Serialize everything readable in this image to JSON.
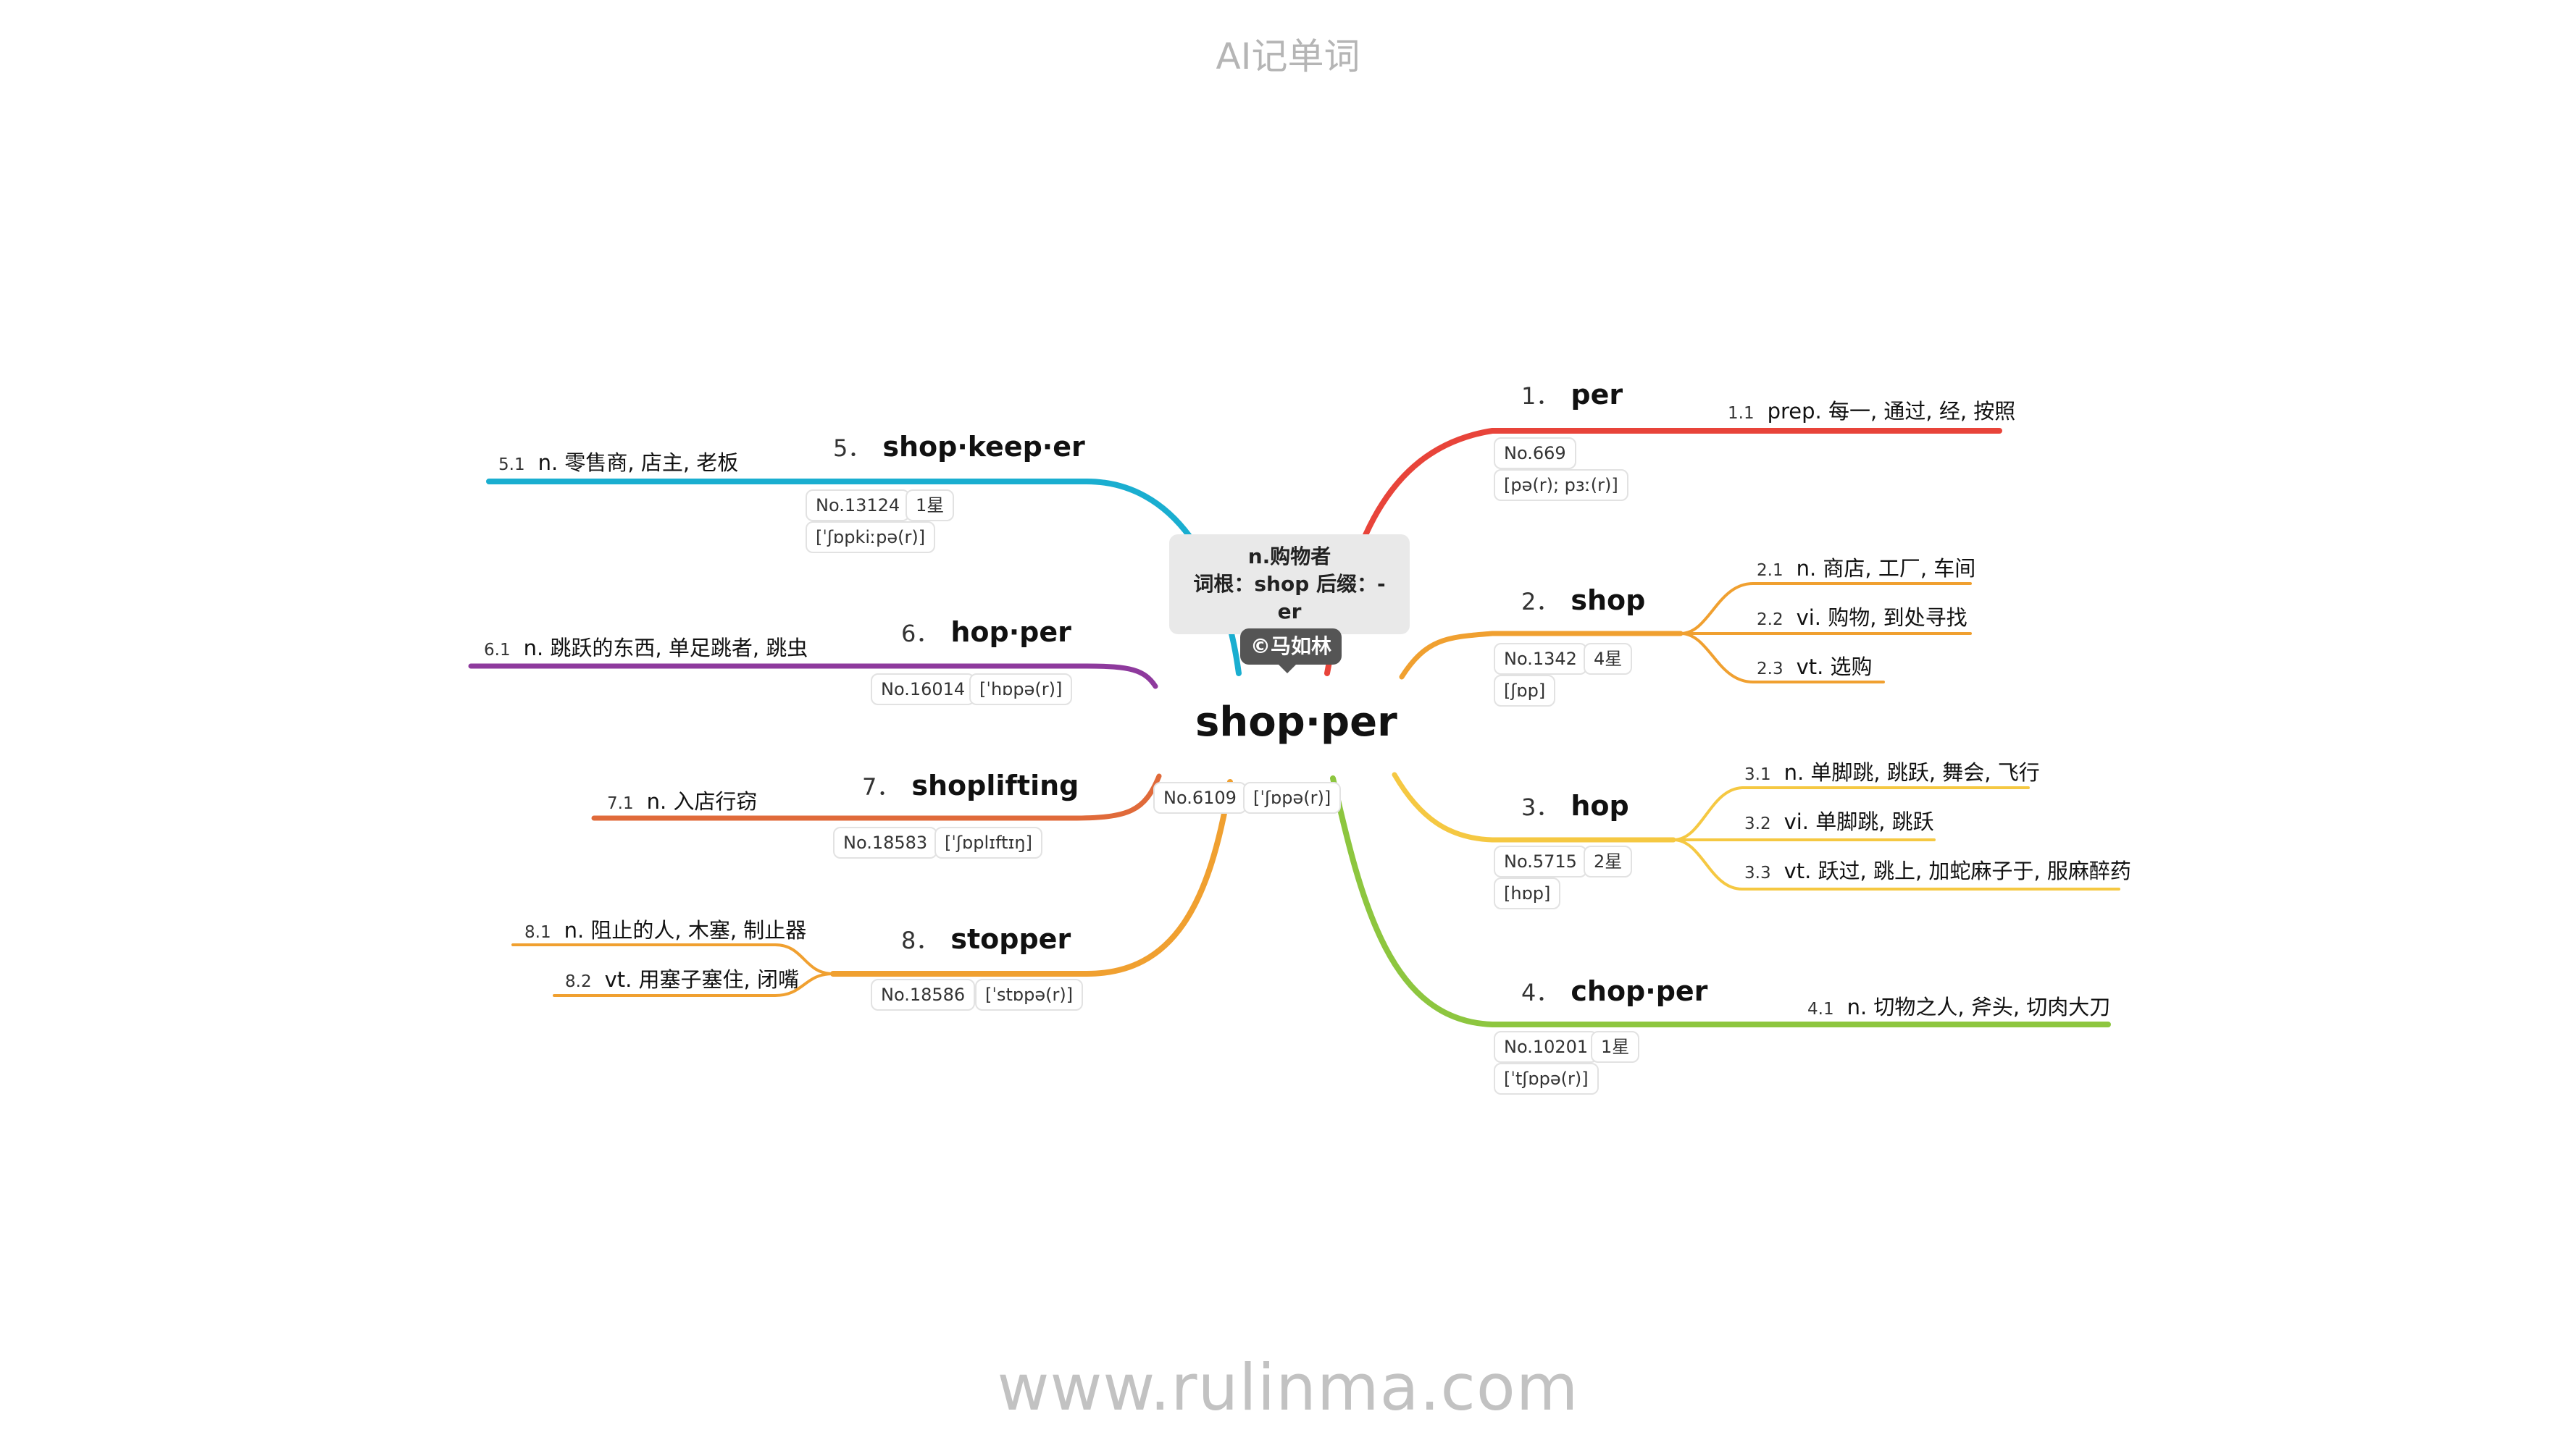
{
  "header": {
    "title": "AI记单词"
  },
  "footer": {
    "site": "www.rulinma.com"
  },
  "center": {
    "word": "shop·per",
    "meaning": "n.购物者",
    "roots": "词根：shop 后缀：-er",
    "author": "©马如林",
    "no": "No.6109",
    "ipa": "[ˈʃɒpə(r)]"
  },
  "colors": {
    "branch1": "#e8443a",
    "branch2": "#f0a030",
    "branch3": "#f5c842",
    "branch4": "#8dc63f",
    "branch5": "#1aaed0",
    "branch6": "#8e3a9d",
    "branch7": "#e06a3a",
    "branch8": "#f0a030"
  },
  "branches": [
    {
      "num": "1．",
      "word": "per",
      "no": "No.669",
      "star": "",
      "ipa": "[pə(r); pɜː(r)]",
      "defs": [
        {
          "num": "1.1",
          "text": "prep. 每一, 通过, 经, 按照"
        }
      ]
    },
    {
      "num": "2．",
      "word": "shop",
      "no": "No.1342",
      "star": "4星",
      "ipa": "[ʃɒp]",
      "defs": [
        {
          "num": "2.1",
          "text": "n. 商店, 工厂, 车间"
        },
        {
          "num": "2.2",
          "text": "vi. 购物, 到处寻找"
        },
        {
          "num": "2.3",
          "text": "vt. 选购"
        }
      ]
    },
    {
      "num": "3．",
      "word": "hop",
      "no": "No.5715",
      "star": "2星",
      "ipa": "[hɒp]",
      "defs": [
        {
          "num": "3.1",
          "text": "n. 单脚跳, 跳跃, 舞会, 飞行"
        },
        {
          "num": "3.2",
          "text": "vi. 单脚跳, 跳跃"
        },
        {
          "num": "3.3",
          "text": "vt. 跃过, 跳上, 加蛇麻子于, 服麻醉药"
        }
      ]
    },
    {
      "num": "4．",
      "word": "chop·per",
      "no": "No.10201",
      "star": "1星",
      "ipa": "[ˈtʃɒpə(r)]",
      "defs": [
        {
          "num": "4.1",
          "text": "n. 切物之人, 斧头, 切肉大刀"
        }
      ]
    },
    {
      "num": "5．",
      "word": "shop·keep·er",
      "no": "No.13124",
      "star": "1星",
      "ipa": "[ˈʃɒpkiːpə(r)]",
      "defs": [
        {
          "num": "5.1",
          "text": "n. 零售商, 店主, 老板"
        }
      ]
    },
    {
      "num": "6．",
      "word": "hop·per",
      "no": "No.16014",
      "star": "",
      "ipa": "[ˈhɒpə(r)]",
      "defs": [
        {
          "num": "6.1",
          "text": "n. 跳跃的东西, 单足跳者, 跳虫"
        }
      ]
    },
    {
      "num": "7．",
      "word": "shoplifting",
      "no": "No.18583",
      "star": "",
      "ipa": "[ˈʃɒplɪftɪŋ]",
      "defs": [
        {
          "num": "7.1",
          "text": "n. 入店行窃"
        }
      ]
    },
    {
      "num": "8．",
      "word": "stopper",
      "no": "No.18586",
      "star": "",
      "ipa": "[ˈstɒpə(r)]",
      "defs": [
        {
          "num": "8.1",
          "text": "n. 阻止的人, 木塞, 制止器"
        },
        {
          "num": "8.2",
          "text": "vt. 用塞子塞住, 闭嘴"
        }
      ]
    }
  ]
}
